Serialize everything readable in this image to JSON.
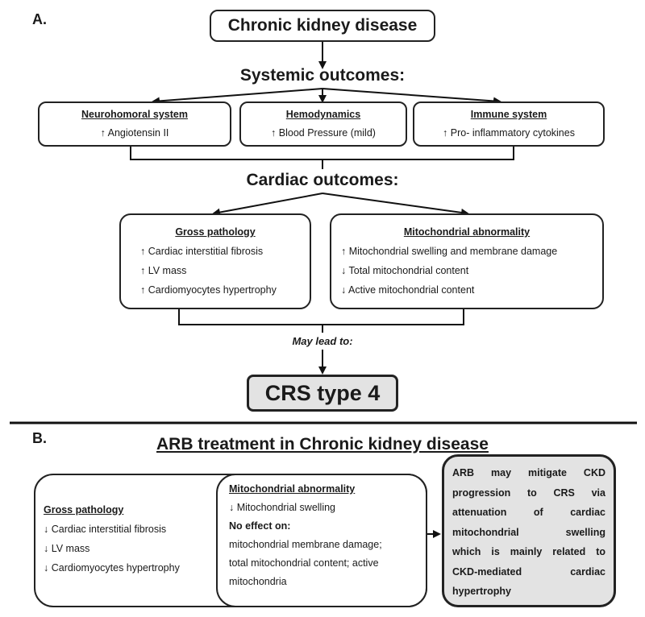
{
  "panel_a": {
    "label": "A.",
    "top": "Chronic kidney disease",
    "systemic_heading": "Systemic outcomes:",
    "boxes": [
      {
        "title": "Neurohomoral system",
        "item": "↑ Angiotensin II"
      },
      {
        "title": "Hemodynamics",
        "item": "↑ Blood Pressure (mild)"
      },
      {
        "title": "Immune system",
        "item": "↑ Pro- inflammatory cytokines"
      }
    ],
    "cardiac_heading": "Cardiac outcomes:",
    "gross": {
      "title": "Gross pathology",
      "items": [
        "↑ Cardiac interstitial fibrosis",
        "↑ LV mass",
        "↑ Cardiomyocytes hypertrophy"
      ]
    },
    "mito": {
      "title": "Mitochondrial abnormality",
      "items": [
        "↑ Mitochondrial swelling and membrane damage",
        "↓ Total mitochondrial content",
        "↓ Active mitochondrial content"
      ]
    },
    "may_lead": "May lead to:",
    "result": "CRS type 4"
  },
  "panel_b": {
    "label": "B.",
    "title": "ARB treatment in Chronic kidney disease",
    "gross": {
      "title": "Gross pathology",
      "items": [
        "↓ Cardiac interstitial fibrosis",
        "↓ LV mass",
        "↓ Cardiomyocytes hypertrophy"
      ]
    },
    "mito": {
      "title": "Mitochondrial abnormality",
      "item": "↓ Mitochondrial swelling",
      "no_effect": "No effect on:",
      "lines": [
        "mitochondrial membrane damage;",
        "total mitochondrial content; active",
        "mitochondria"
      ]
    },
    "conclusion": [
      "ARB may mitigate CKD",
      "progression to CRS via",
      "attenuation of cardiac",
      "mitochondrial swelling",
      "which is mainly related to",
      "CKD-mediated cardiac",
      "hypertrophy"
    ]
  }
}
